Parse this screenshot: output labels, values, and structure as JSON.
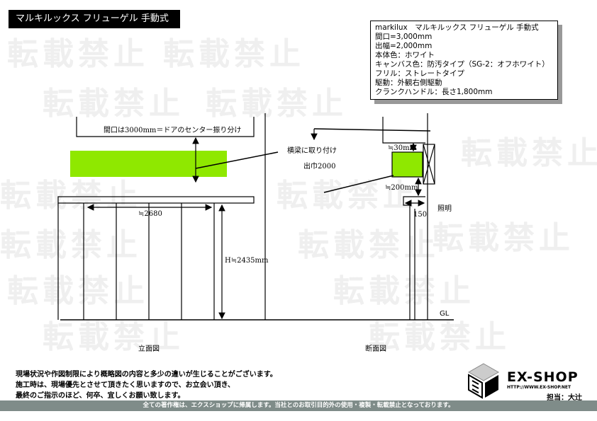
{
  "watermark": "転載禁止",
  "title": "マルキルックス フリューゲル 手動式",
  "spec": [
    "markilux　マルキルックス フリューゲル 手動式",
    "間口=3,000mm",
    "出幅=2,000mm",
    "本体色：ホワイト",
    "キャンバス色：防汚タイプ（SG-2：オフホワイト）",
    "フリル：ストレートタイプ",
    "駆動：外観右側駆動",
    "クランクハンドル：長さ1,800mm"
  ],
  "drawing": {
    "opening_note": "間口は3000mm＝ドアのセンター振り分け",
    "width_dim": "≒2680",
    "height_dim": "H≒2435mm",
    "mount_note": "横梁に取り付け",
    "projection": "出巾2000",
    "gap_top": "≒30mm",
    "gap_bottom": "≒200mm",
    "light_offset": "150",
    "light": "照明",
    "ground": "GL",
    "front_view": "立面図",
    "section_view": "断面図"
  },
  "notes": [
    "現場状況や作図制限により概略図の内容と多少の違いが生じることがございます。",
    "施工時は、現場優先とさせて頂きたく思いますので、お立会い頂き、",
    "最終のご指示のほど、何卒、宜しくお願い致します。"
  ],
  "logo": {
    "brand": "EX-SHOP",
    "url": "HTTP://WWW.EX-SHOP.NET",
    "staff": "担当：大辻"
  },
  "copyright": "全ての著作権は、エクスショップに帰属します。当社とのお取引目的外の使用・複製・転載禁止となっております。",
  "colors": {
    "awning": "#8fe800",
    "footer_bar": "#7f8c89"
  }
}
